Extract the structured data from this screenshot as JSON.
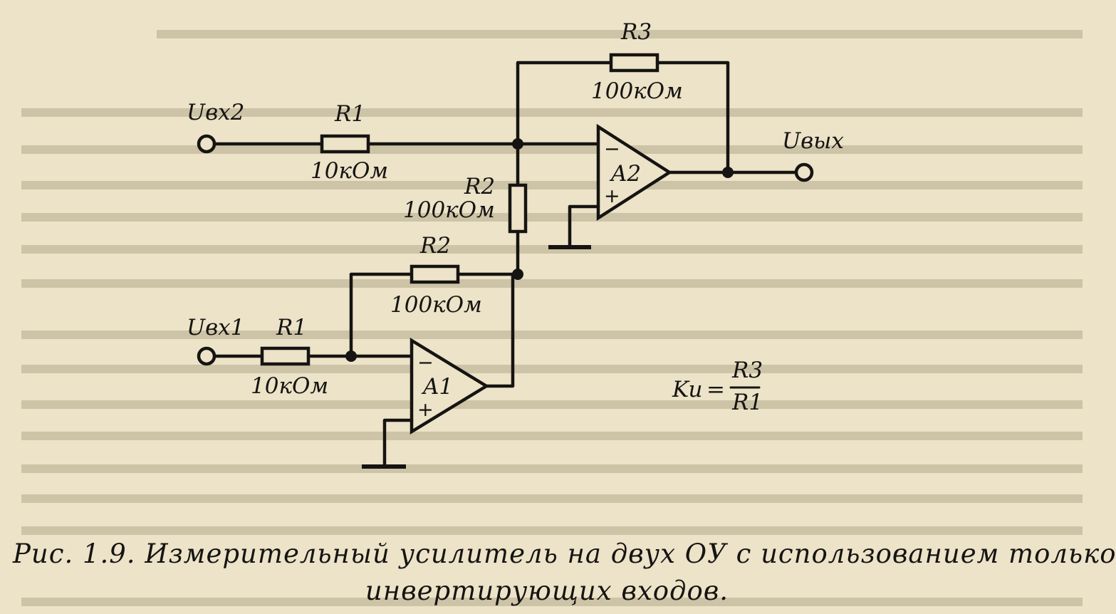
{
  "inputs": {
    "in2": "Uвх2",
    "in1": "Uвх1",
    "out": "Uвых"
  },
  "resistors": {
    "r1_top": {
      "name": "R1",
      "value": "10кОм"
    },
    "r2_vertical": {
      "name": "R2",
      "value": "100кОм"
    },
    "r2_feedback": {
      "name": "R2",
      "value": "100кОм"
    },
    "r3_feedback": {
      "name": "R3",
      "value": "100кОм"
    },
    "r1_bottom": {
      "name": "R1",
      "value": "10кОм"
    }
  },
  "opamps": {
    "a1": {
      "name": "A1",
      "minus": "−",
      "plus": "+"
    },
    "a2": {
      "name": "A2",
      "minus": "−",
      "plus": "+"
    }
  },
  "formula": {
    "lhs": "Ku",
    "eq": "=",
    "num": "R3",
    "den": "R1"
  },
  "caption": {
    "line1": "Рис. 1.9. Измерительный усилитель на двух ОУ с использованием только",
    "line2": "инвертирующих входов."
  }
}
